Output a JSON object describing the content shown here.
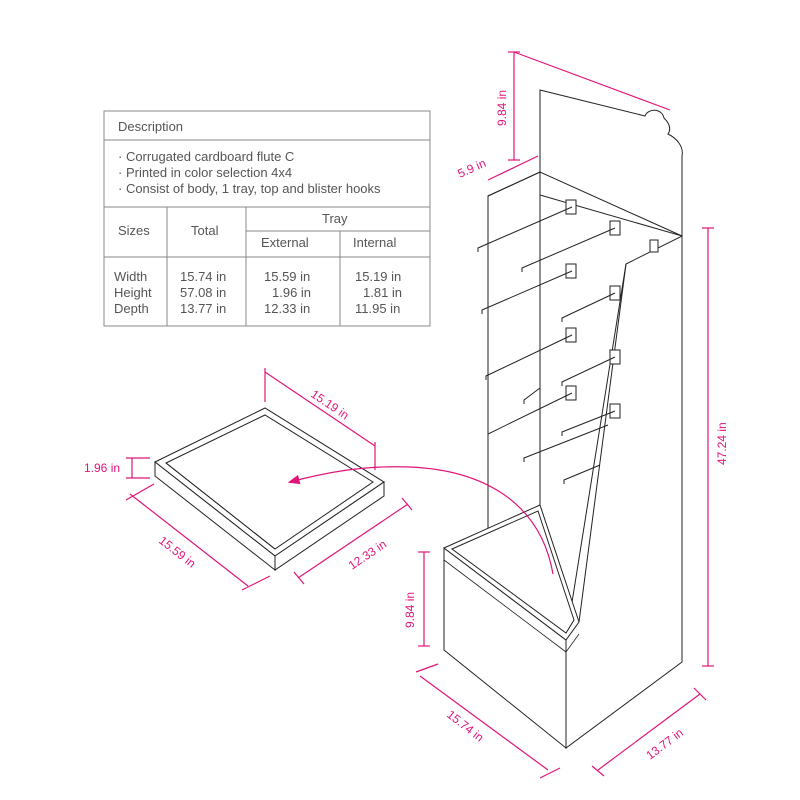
{
  "spec_table": {
    "description_header": "Description",
    "bullets": [
      "· Corrugated cardboard flute C",
      "· Printed in color selection 4x4",
      "· Consist of body, 1 tray, top and blister hooks"
    ],
    "col_sizes": "Sizes",
    "col_total": "Total",
    "col_tray": "Tray",
    "col_external": "External",
    "col_internal": "Internal",
    "row_labels": [
      "Width",
      "Height",
      "Depth"
    ],
    "total": [
      "15.74 in",
      "57.08 in",
      "13.77 in"
    ],
    "external": [
      "15.59 in",
      "1.96 in",
      "12.33 in"
    ],
    "internal": [
      "15.19 in",
      "1.81 in",
      "11.95 in"
    ]
  },
  "dimensions": {
    "header_height": "9.84 in",
    "header_depth": "5.9 in",
    "body_height": "47.24 in",
    "base_height": "9.84 in",
    "base_width": "15.74 in",
    "base_depth": "13.77 in",
    "tray_internal_width": "15.19 in",
    "tray_height": "1.96 in",
    "tray_external_width": "15.59 in",
    "tray_external_depth": "12.33 in"
  },
  "colors": {
    "dimension": "#e0157a",
    "outline": "#222222",
    "table_rule": "#888888",
    "table_text": "#555555"
  }
}
